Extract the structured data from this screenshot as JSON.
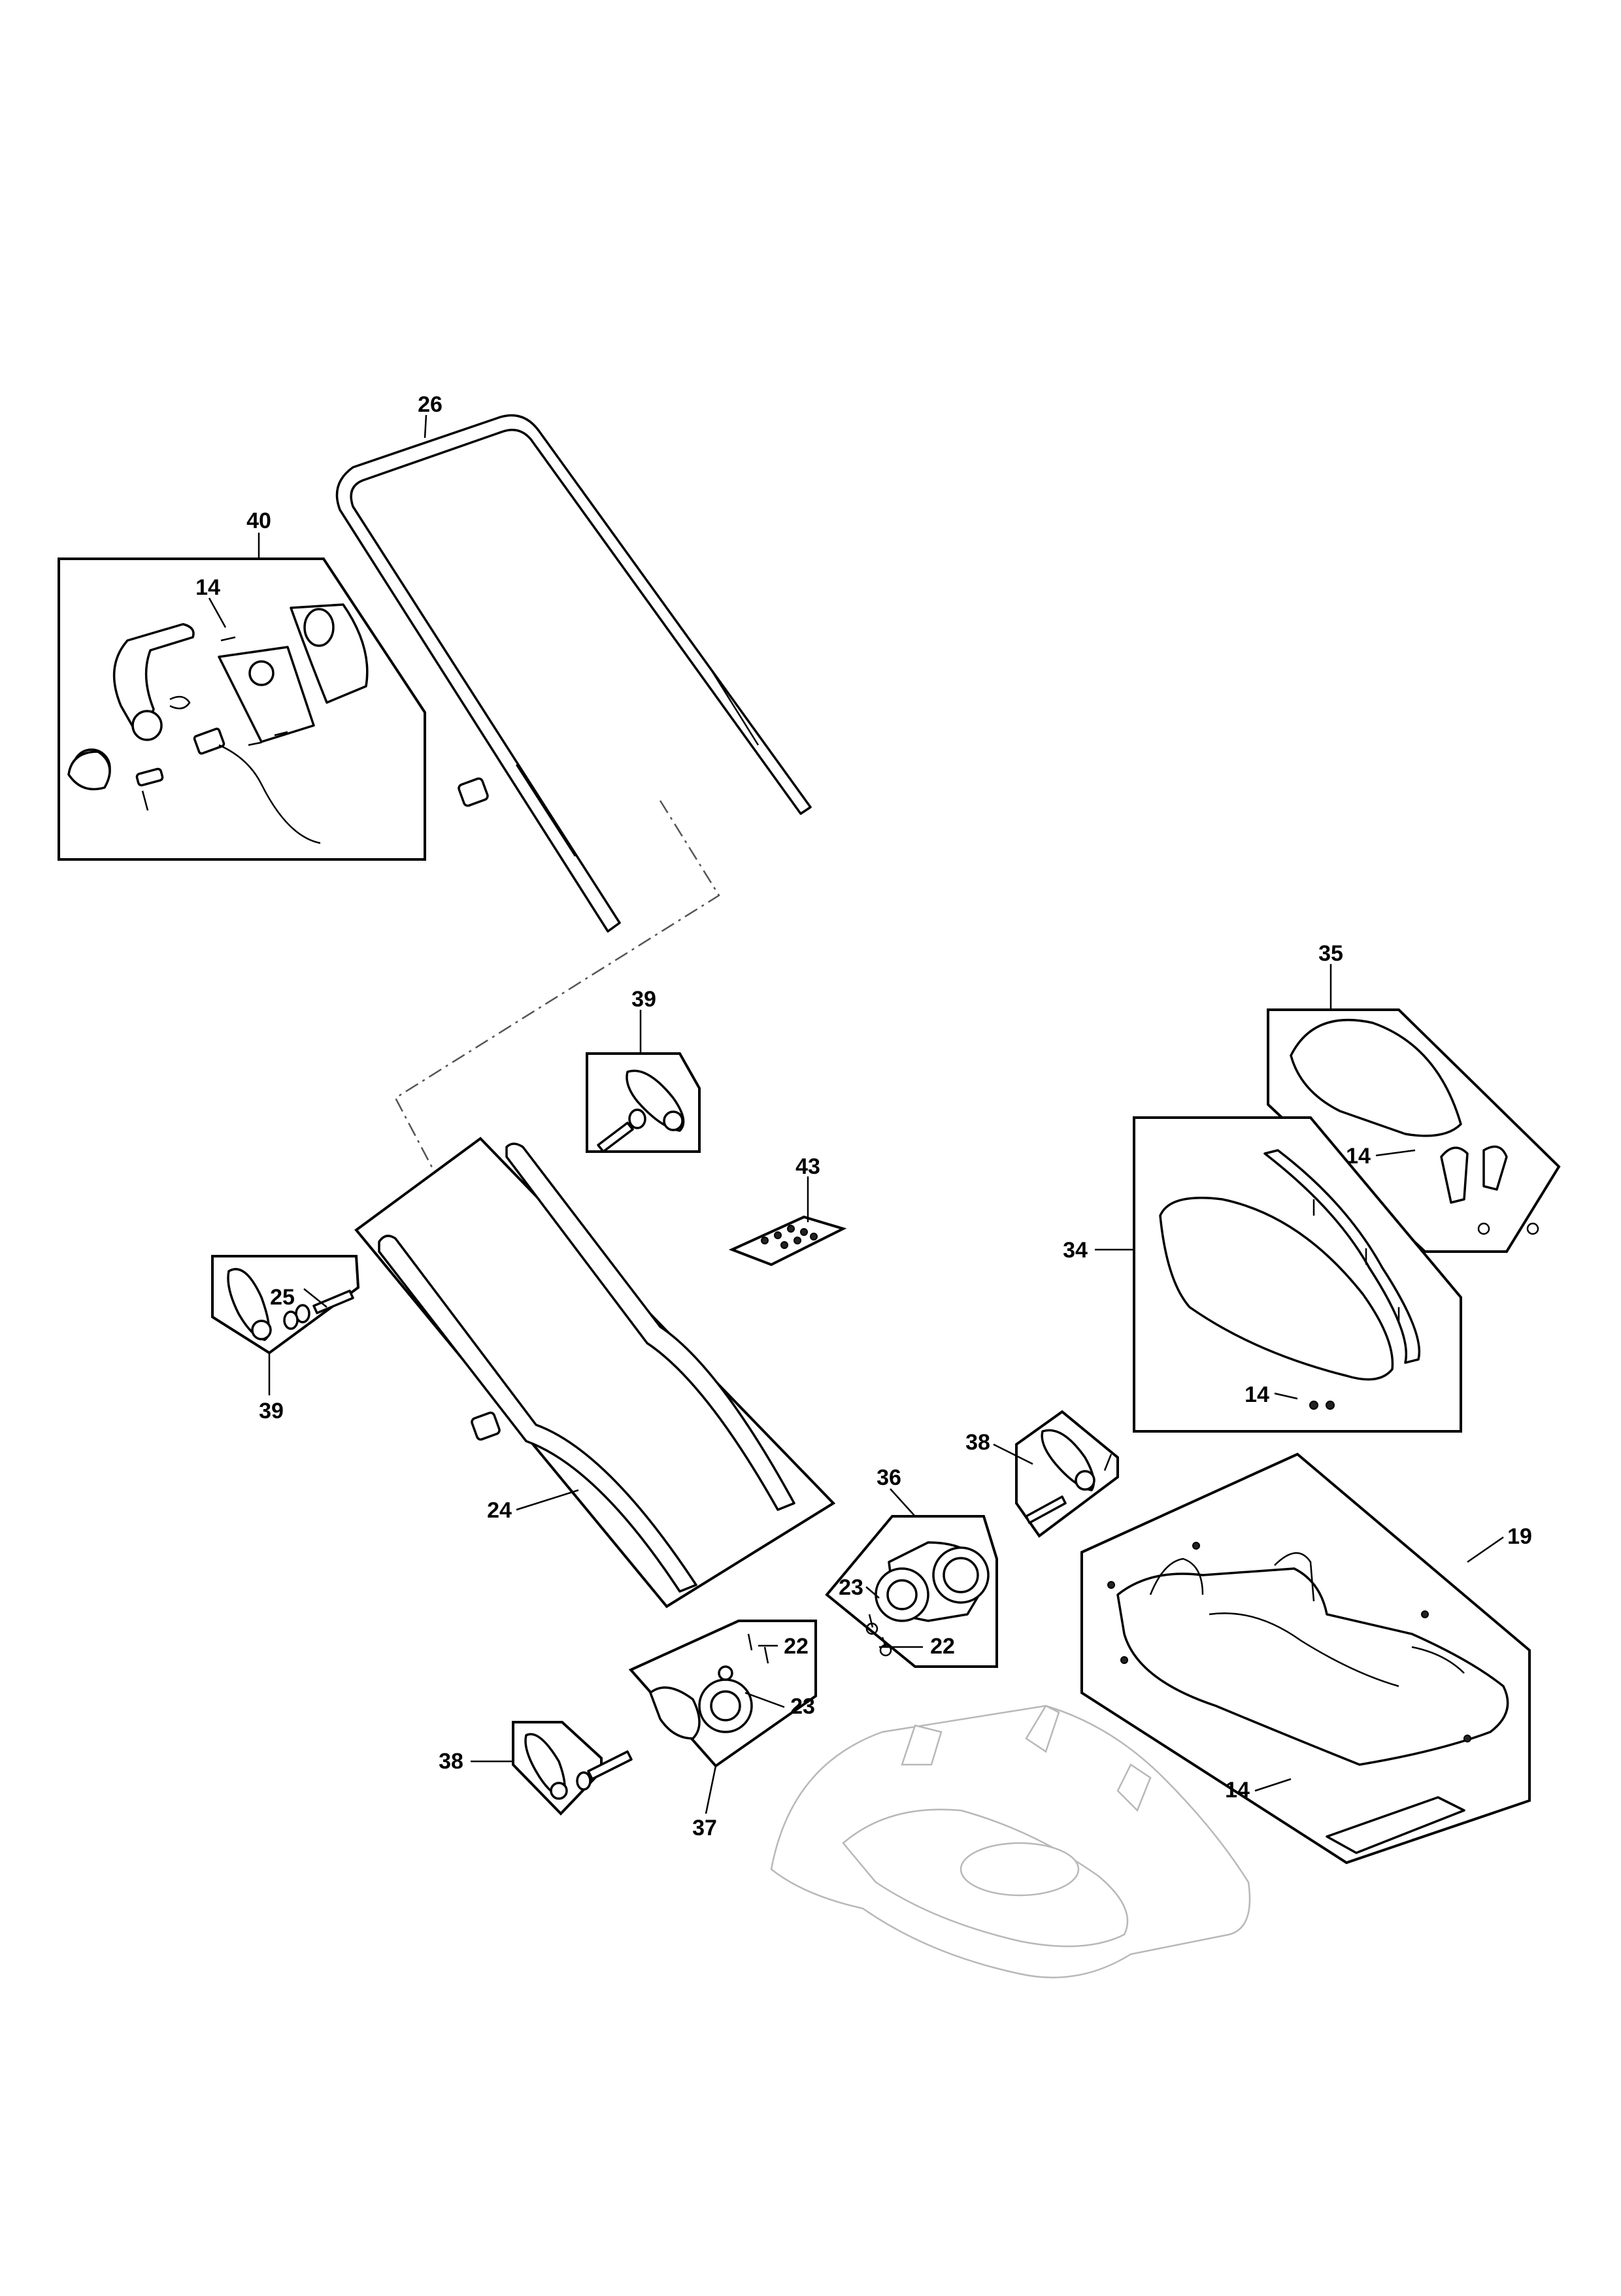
{
  "callouts": {
    "c26": "26",
    "c40": "40",
    "c14_switch": "14",
    "c35": "35",
    "c14_cover": "14",
    "c39_top": "39",
    "c43": "43",
    "c34": "34",
    "c14_box": "14",
    "c25": "25",
    "c39_left": "39",
    "c38_right": "38",
    "c36": "36",
    "c19": "19",
    "c24": "24",
    "c23_upper": "23",
    "c22_upper": "22",
    "c22_middle": "22",
    "c23_lower": "23",
    "c14_body": "14",
    "c38_left": "38",
    "c37": "37"
  }
}
